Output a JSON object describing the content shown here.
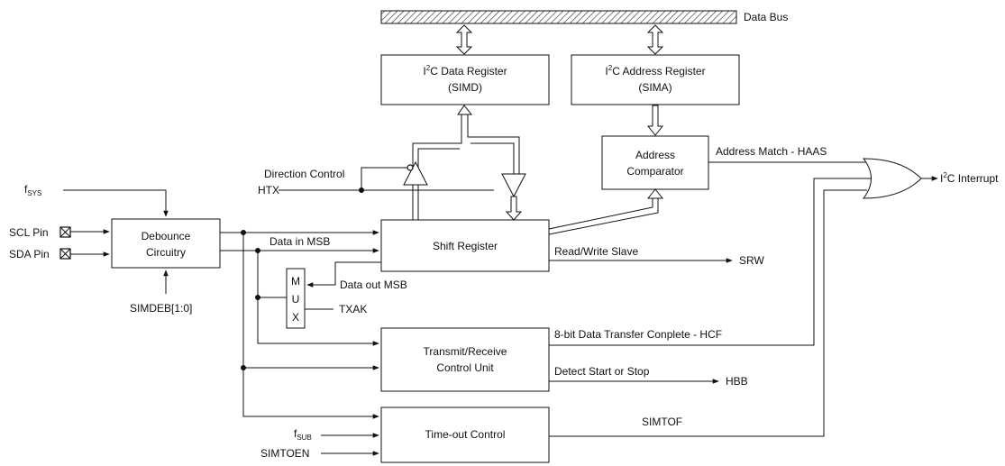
{
  "diagram": {
    "data_bus_label": "Data Bus",
    "i2c_data_register": {
      "line1": "C Data Register",
      "line1_prefix": "I",
      "line1_sup": "2",
      "line2": "(SIMD)"
    },
    "i2c_address_register": {
      "line1": "C Address Register",
      "line1_prefix": "I",
      "line1_sup": "2",
      "line2": "(SIMA)"
    },
    "address_comparator": {
      "line1": "Address",
      "line2": "Comparator"
    },
    "shift_register": "Shift Register",
    "debounce": {
      "line1": "Debounce",
      "line2": "Circuitry"
    },
    "transmit_receive": {
      "line1": "Transmit/Receive",
      "line2": "Control Unit"
    },
    "timeout_control": "Time-out Control",
    "mux_letters": [
      "M",
      "U",
      "X"
    ],
    "signals": {
      "fsys_base": "f",
      "fsys_sub": "SYS",
      "fsub_base": "f",
      "fsub_sub": "SUB",
      "scl_pin": "SCL Pin",
      "sda_pin": "SDA Pin",
      "simdeb": "SIMDEB[1:0]",
      "direction_control": "Direction Control",
      "htx": "HTX",
      "data_in_msb": "Data in MSB",
      "data_out_msb": "Data out MSB",
      "txak": "TXAK",
      "read_write_slave": "Read/Write Slave",
      "srw": "SRW",
      "address_match": "Address Match - HAAS",
      "i2c_interrupt_prefix": "I",
      "i2c_interrupt_sup": "2",
      "i2c_interrupt": "C Interrupt",
      "data_transfer_complete": "8-bit Data Transfer Conplete - HCF",
      "detect_start_stop": "Detect Start or Stop",
      "hbb": "HBB",
      "simtof": "SIMTOF",
      "simtoen": "SIMTOEN"
    }
  }
}
